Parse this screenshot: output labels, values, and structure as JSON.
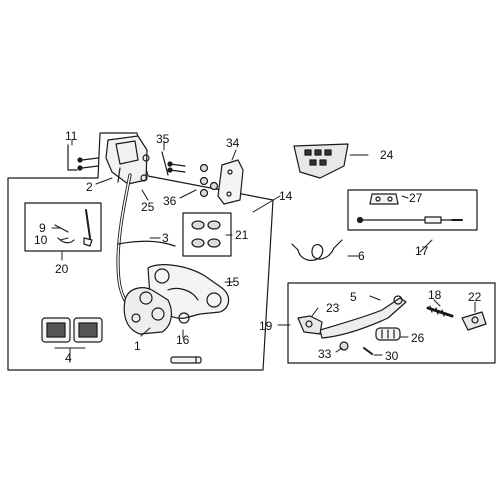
{
  "diagram": {
    "parts": {
      "p1": "1",
      "p2": "2",
      "p3": "3",
      "p4": "4",
      "p5": "5",
      "p6": "6",
      "p9": "9",
      "p10": "10",
      "p11": "11",
      "p14": "14",
      "p15": "15",
      "p16": "16",
      "p17": "17",
      "p18": "18",
      "p19": "19",
      "p20": "20",
      "p21": "21",
      "p22": "22",
      "p23": "23",
      "p24": "24",
      "p25": "25",
      "p26": "26",
      "p27": "27",
      "p30": "30",
      "p33": "33",
      "p34": "34",
      "p35": "35",
      "p36": "36"
    }
  }
}
